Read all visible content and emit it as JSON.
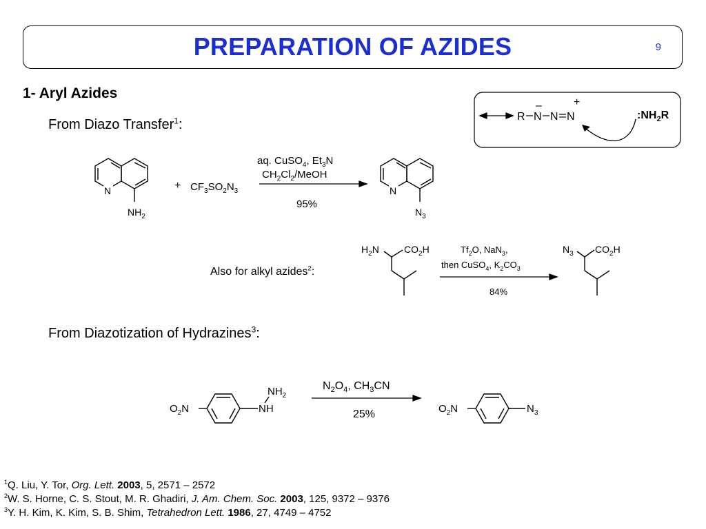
{
  "title": "PREPARATION OF AZIDES",
  "slide_number": "9",
  "section_heading": "1- Aryl Azides",
  "from_diazo_transfer": {
    "text": "From Diazo Transfer",
    "sup": "1",
    "tail": ":"
  },
  "also_alkyl": {
    "text": "Also for alkyl azides",
    "sup": "2",
    "tail": ":"
  },
  "from_diazotization": {
    "text": "From Diazotization of Hydrazines",
    "sup": "3",
    "tail": ":"
  },
  "resonance": {
    "r": "R",
    "n1": "N",
    "n2": "N",
    "n3": "N",
    "minus": "–",
    "plus": "+",
    "nucleophile": ":NH",
    "nuc_sub": "2",
    "nuc_r": "R"
  },
  "reaction1": {
    "reactant_N": "N",
    "reactant_NH": "NH",
    "reactant_NH_sub": "2",
    "plus": "+",
    "reagent_a": "CF",
    "reagent_a_sub1": "3",
    "reagent_a_mid": "SO",
    "reagent_a_sub2": "2",
    "reagent_a_end": "N",
    "reagent_a_sub3": "3",
    "cond1_a": "aq. CuSO",
    "cond1_a_sub": "4",
    "cond1_b": ", Et",
    "cond1_b_sub": "3",
    "cond1_c": "N",
    "cond2_a": "CH",
    "cond2_a_sub": "2",
    "cond2_b": "Cl",
    "cond2_b_sub": "2",
    "cond2_c": "/MeOH",
    "yield": "95%",
    "product_N": "N",
    "product_N3": "N",
    "product_N3_sub": "3"
  },
  "reaction2": {
    "r_h2n_a": "H",
    "r_h2n_sub": "2",
    "r_h2n_b": "N",
    "r_co2h_a": "CO",
    "r_co2h_sub": "2",
    "r_co2h_b": "H",
    "cond1_a": "Tf",
    "cond1_a_sub": "2",
    "cond1_b": "O, NaN",
    "cond1_b_sub": "3",
    "cond1_c": ",",
    "cond2_a": "then CuSO",
    "cond2_a_sub": "4",
    "cond2_b": ", K",
    "cond2_b_sub": "2",
    "cond2_c": "CO",
    "cond2_c_sub": "3",
    "yield": "84%",
    "p_n3_a": "N",
    "p_n3_sub": "3",
    "p_co2h_a": "CO",
    "p_co2h_sub": "2",
    "p_co2h_b": "H"
  },
  "reaction3": {
    "o2n_a": "O",
    "o2n_sub": "2",
    "o2n_b": "N",
    "nh2_a": "NH",
    "nh2_sub": "2",
    "nh": "NH",
    "cond1_a": "N",
    "cond1_a_sub": "2",
    "cond1_b": "O",
    "cond1_b_sub": "4",
    "cond1_c": ", CH",
    "cond1_c_sub": "3",
    "cond1_d": "CN",
    "yield": "25%",
    "p_o2n_a": "O",
    "p_o2n_sub": "2",
    "p_o2n_b": "N",
    "p_n3_a": "N",
    "p_n3_sub": "3"
  },
  "references": [
    {
      "num": "1",
      "authors": "Q. Liu, Y. Tor, ",
      "journal": "Org. Lett.",
      "year": "2003",
      "rest": ", 5, 2571 – 2572"
    },
    {
      "num": "2",
      "authors": "W. S. Horne, C. S. Stout, M. R. Ghadiri, ",
      "journal": "J. Am. Chem. Soc.",
      "year": "2003",
      "rest": ", 125, 9372 – 9376"
    },
    {
      "num": "3",
      "authors": "Y. H. Kim, K. Kim, S. B. Shim, ",
      "journal": "Tetrahedron Lett.",
      "year": "1986",
      "rest": ", 27, 4749 – 4752"
    }
  ]
}
